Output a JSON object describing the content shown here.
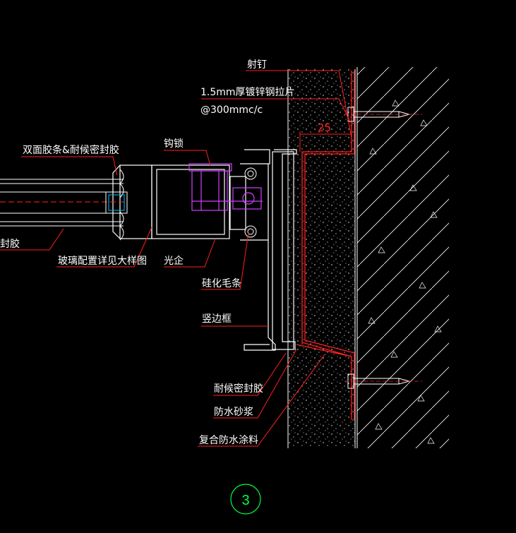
{
  "labels": {
    "nail": "射钉",
    "plate_1": "1.5mm厚镀锌钢拉片",
    "plate_2": "@300mmc/c",
    "dimension": "25",
    "double_tape": "双面胶条&耐候密封胶",
    "rivet": "钩锁",
    "sealant_left": "封胶",
    "glass": "玻璃配置详见大样图",
    "light_cover": "光企",
    "silicone_strip": "硅化毛条",
    "vertical_frame": "竖边框",
    "weather_sealant": "耐候密封胶",
    "mortar": "防水砂浆",
    "coating": "复合防水涂料",
    "detail_number": "3"
  },
  "colors": {
    "background": "#000000",
    "leader": "#ff2020",
    "frame": "#ffffff",
    "lock": "#d040ff",
    "glass_spacer": "#00c0ff",
    "callout": "#00ff40"
  }
}
